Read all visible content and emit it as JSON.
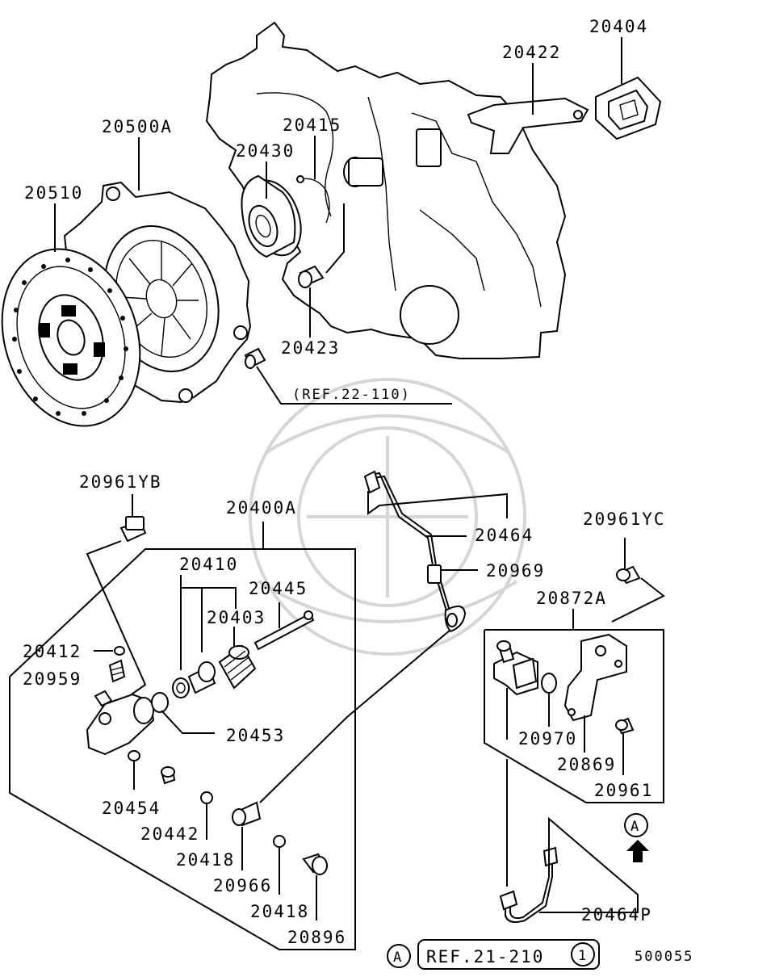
{
  "labels": {
    "p20404": "20404",
    "p20422": "20422",
    "p20500A": "20500A",
    "p20415": "20415",
    "p20430": "20430",
    "p20510": "20510",
    "p20423": "20423",
    "ref22110": "(REF.22-110)",
    "p20961YB": "20961YB",
    "p20400A": "20400A",
    "p20410": "20410",
    "p20445": "20445",
    "p20403": "20403",
    "p20412": "20412",
    "p20959": "20959",
    "p20453": "20453",
    "p20454": "20454",
    "p20442": "20442",
    "p20418a": "20418",
    "p20966": "20966",
    "p20418b": "20418",
    "p20896": "20896",
    "p20464": "20464",
    "p20969": "20969",
    "p20961YC": "20961YC",
    "p20872A": "20872A",
    "p20970": "20970",
    "p20869": "20869",
    "p20961": "20961",
    "markerA": "A",
    "p20464P": "20464P",
    "footA": "A",
    "ref21210": "REF.21-210",
    "ref21210num": "1",
    "diagramId": "500055"
  }
}
